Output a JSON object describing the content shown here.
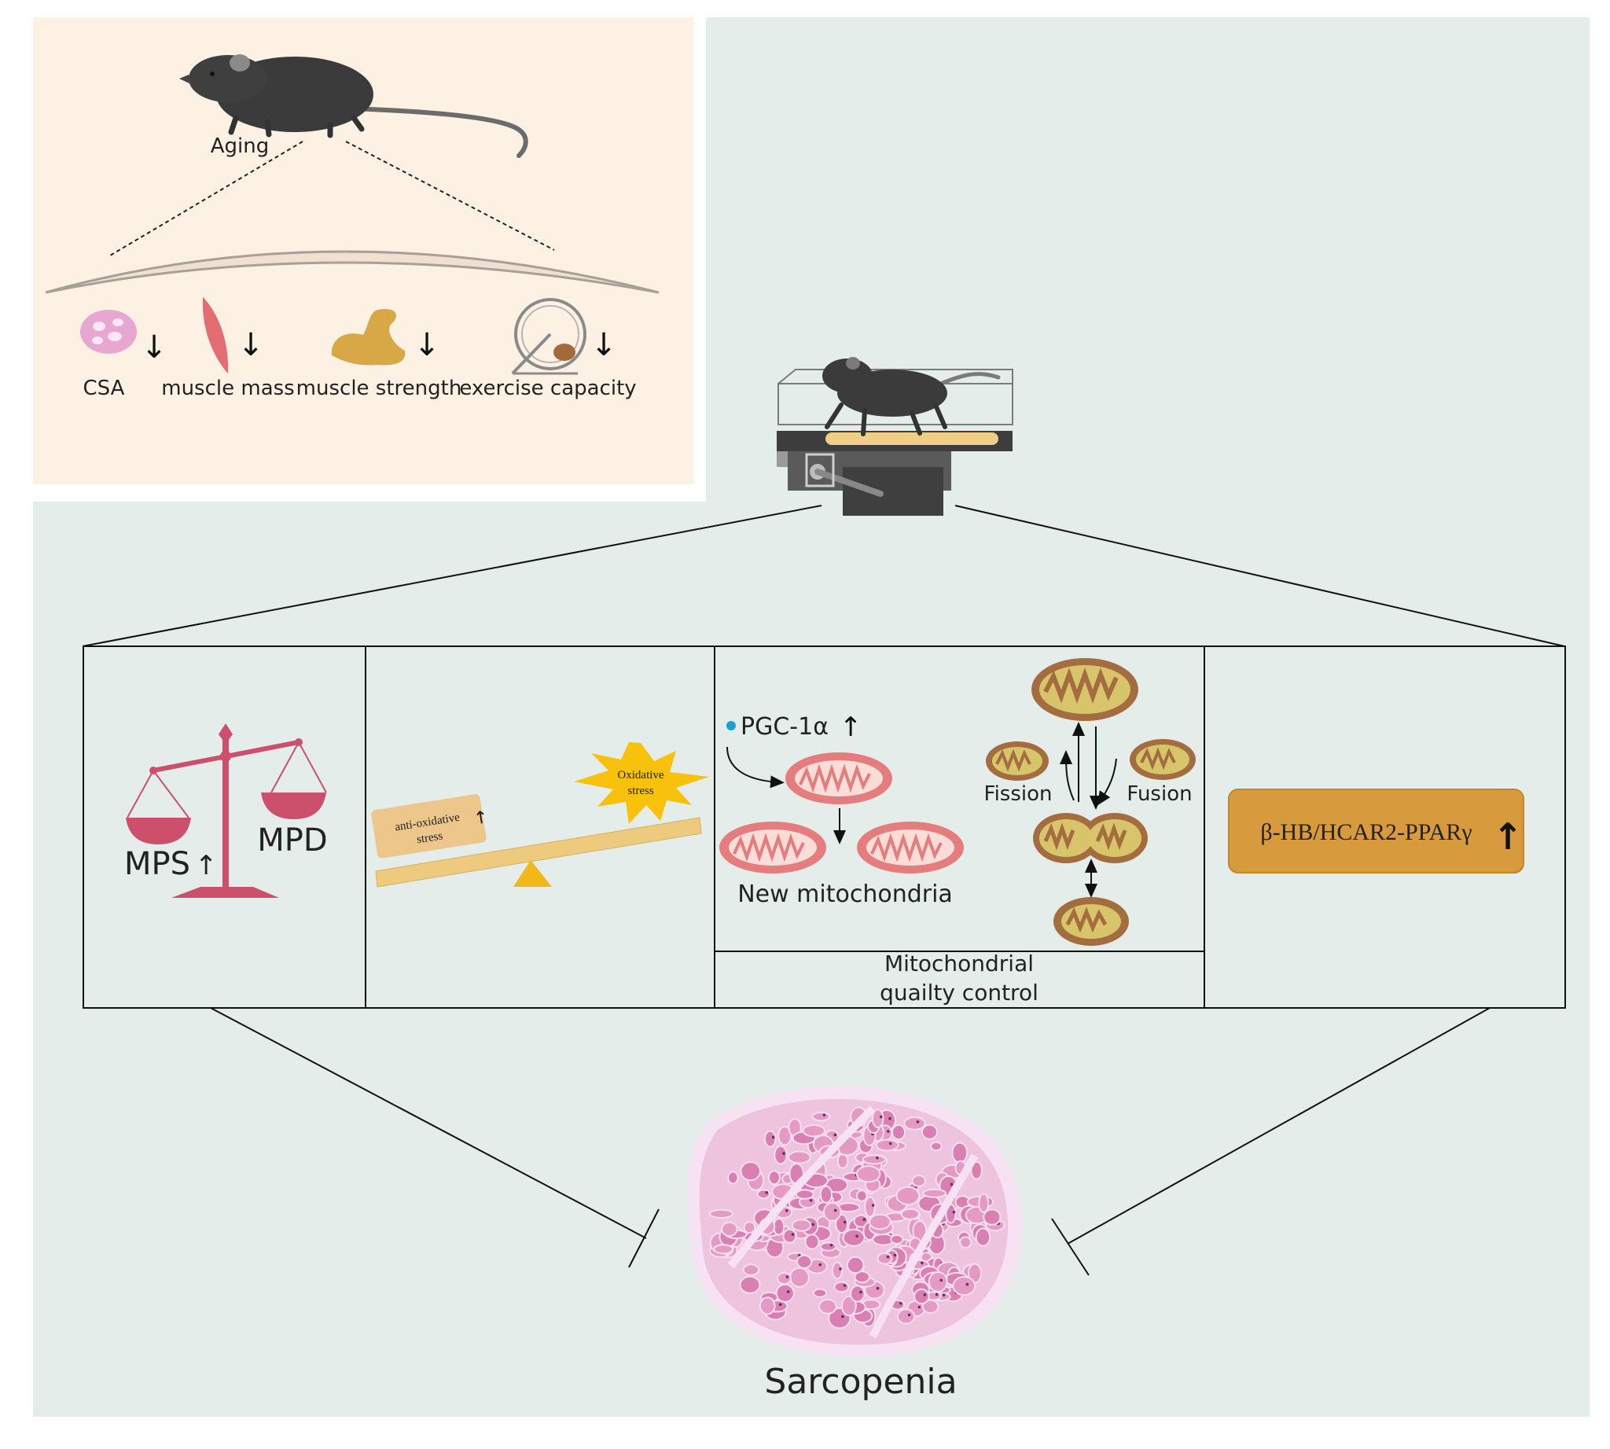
{
  "aging_panel": {
    "title": "Aging",
    "metrics": [
      {
        "label": "CSA",
        "direction": "down"
      },
      {
        "label": "muscle mass",
        "direction": "down"
      },
      {
        "label": "muscle strength",
        "direction": "down"
      },
      {
        "label": "exercise capacity",
        "direction": "down"
      }
    ]
  },
  "mechanisms": {
    "protein_balance": {
      "left_label": "MPS",
      "right_label": "MPD"
    },
    "oxidative": {
      "antioxidant_label_line1": "anti-oxidative",
      "antioxidant_label_line2": "stress",
      "oxidative_label_line1": "Oxidative",
      "oxidative_label_line2": "stress"
    },
    "mitochondria": {
      "pgc_label": "PGC-1α",
      "new_mito_label": "New mitochondria",
      "fission_label": "Fission",
      "fusion_label": "Fusion",
      "qc_label_line1": "Mitochondrial",
      "qc_label_line2": "quailty control"
    },
    "pathway": {
      "label": "β-HB/HCAR2-PPARγ"
    }
  },
  "outcome": {
    "label": "Sarcopenia"
  },
  "colors": {
    "aging_bg": "#fdf1e3",
    "main_bg": "#e4ede9",
    "scale_pink": "#cc4f6c",
    "mito_pink": "#e57c7e",
    "mito_brown": "#a46d3f",
    "mito_yellow": "#d8c46a",
    "pathway_box": "#d79a3c",
    "seesaw": "#edca7e",
    "star": "#f8c10c"
  }
}
